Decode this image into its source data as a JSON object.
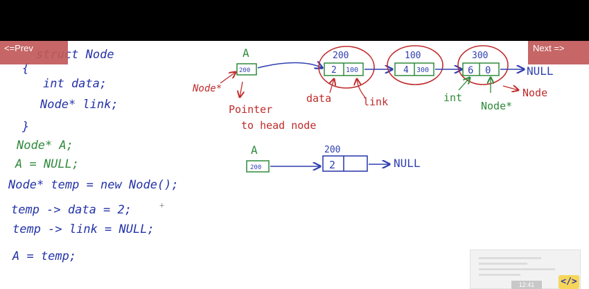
{
  "nav": {
    "prev_label": "<=Prev",
    "next_label": "Next =>"
  },
  "code": {
    "line1": "struct Node",
    "line2": "{",
    "line3": "int data;",
    "line4": "Node* link;",
    "line5": "}",
    "line6": "Node* A;",
    "line7": "A = NULL;",
    "line8": "Node* temp = new Node();",
    "line9": "temp -> data = 2;",
    "line10": "temp -> link = NULL;",
    "line11": "A = temp;"
  },
  "diagram1": {
    "head_name": "A",
    "head_value": "200",
    "head_type": "Node*",
    "pointer_note_1": "Pointer",
    "pointer_note_2": "to head node",
    "nodes": [
      {
        "addr": "200",
        "data": "2",
        "link": "100"
      },
      {
        "addr": "100",
        "data": "4",
        "link": "300"
      },
      {
        "addr": "300",
        "data": "6",
        "link": "0"
      }
    ],
    "null_label": "NULL",
    "data_label": "data",
    "link_label": "link",
    "int_label": "int",
    "node_star_label": "Node*",
    "node_label": "Node"
  },
  "diagram2": {
    "head_name": "A",
    "head_value": "200",
    "node_addr": "200",
    "node_data": "2",
    "null_label": "NULL"
  },
  "video": {
    "timestamp": "12:41",
    "embed_icon": "code-icon"
  },
  "colors": {
    "ink_blue": "#2332a8",
    "ink_green": "#2e8a3a",
    "ink_red": "#c02a2a",
    "nav_bg": "#c25a5a"
  }
}
